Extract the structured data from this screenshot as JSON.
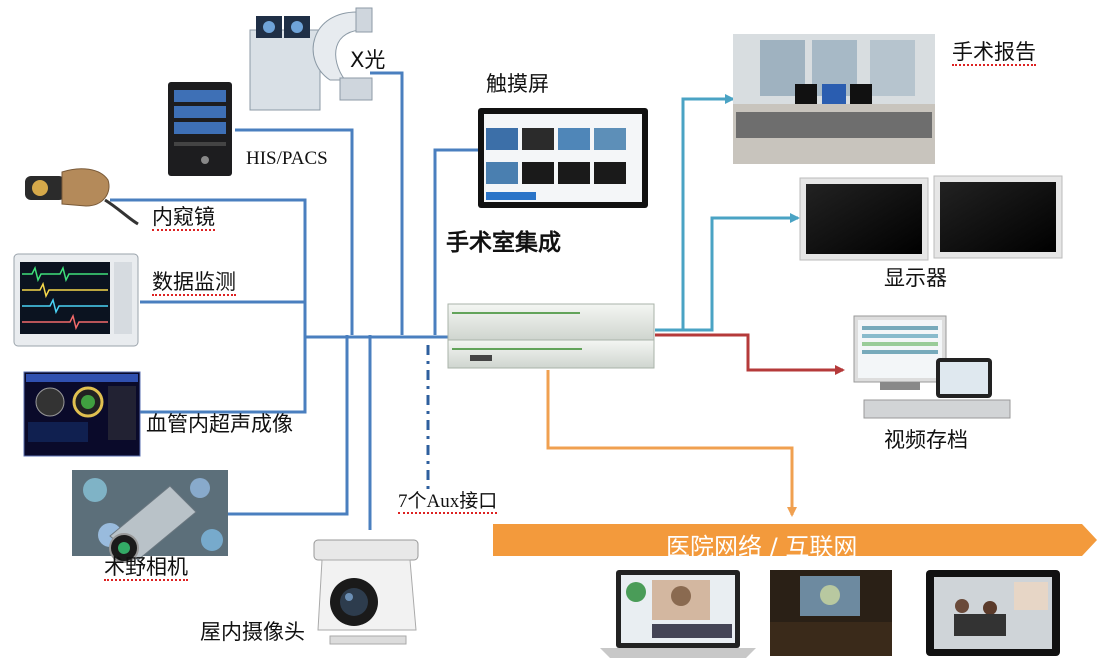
{
  "labels": {
    "xray": "X光",
    "his_pacs": "HIS/PACS",
    "touchscreen": "触摸屏",
    "endoscope": "内窥镜",
    "monitoring": "数据监测",
    "ivus": "血管内超声成像",
    "field_camera": "术野相机",
    "room_camera": "屋内摄像头",
    "or_integration": "手术室集成",
    "aux": "7个Aux接口",
    "surgery_report": "手术报告",
    "display": "显示器",
    "video_archive": "视频存档",
    "network": "医院网络 / 互联网"
  },
  "colors": {
    "blue_line": "#4a7fbf",
    "teal_line": "#4aa3c4",
    "red_line": "#b53a3a",
    "orange": "#f0a050",
    "orange_banner": "#f39a3c",
    "dash": "#2e5f9e"
  },
  "icons": [
    "xray-machine-icon",
    "server-tower-icon",
    "touchscreen-panel-icon",
    "endoscope-camera-icon",
    "patient-monitor-icon",
    "ultrasound-screen-icon",
    "surgical-camera-icon",
    "ptz-camera-icon",
    "integration-hub-icon",
    "control-room-photo-icon",
    "monitor-icon",
    "video-workstation-icon",
    "laptop-videoconference-icon",
    "lecture-hall-icon",
    "tablet-meeting-icon"
  ]
}
